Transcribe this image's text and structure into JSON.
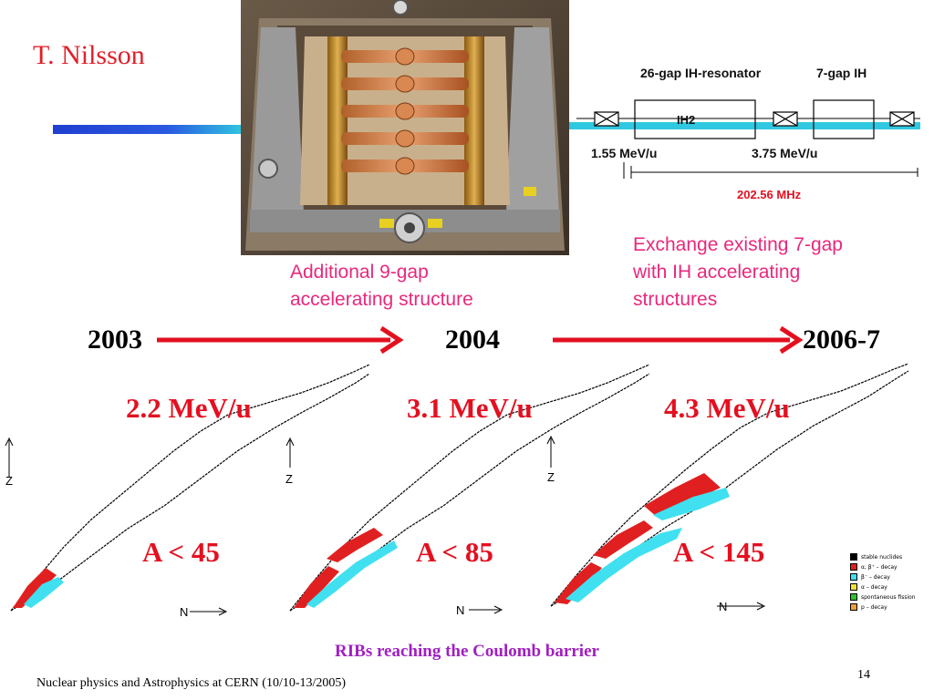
{
  "slide": {
    "author": "T. Nilsson",
    "footer": "Nuclear physics and Astrophysics at CERN  (10/10-13/2005)",
    "page_number": "14",
    "bottom_caption": "RIBs reaching the Coulomb barrier"
  },
  "beamline": {
    "label_ih_resonator": "26-gap IH-resonator",
    "label_7gap": "7-gap IH",
    "label_ih2": "IH2",
    "energy_in": "1.55 MeV/u",
    "energy_out": "3.75 MeV/u",
    "frequency": "202.56 MHz"
  },
  "captions": {
    "additional": [
      "Additional 9-gap",
      "accelerating structure"
    ],
    "exchange": [
      "Exchange existing 7-gap",
      "with IH accelerating",
      "structures"
    ]
  },
  "timeline": {
    "years": [
      "2003",
      "2004",
      "2006-7"
    ]
  },
  "panels": [
    {
      "energy": "2.2 MeV/u",
      "mass": "A < 45",
      "z_label": "Z",
      "n_label": "N"
    },
    {
      "energy": "3.1 MeV/u",
      "mass": "A < 85",
      "z_label": "Z",
      "n_label": "N"
    },
    {
      "energy": "4.3 MeV/u",
      "mass": "A < 145",
      "z_label": "Z",
      "n_label": "N"
    }
  ],
  "legend": [
    {
      "label": "stable nuclides",
      "color": "#000000"
    },
    {
      "label": "α, β⁺ – decay",
      "color": "#e02020"
    },
    {
      "label": "β⁻ – decay",
      "color": "#40e0f0"
    },
    {
      "label": "α – decay",
      "color": "#f0e040"
    },
    {
      "label": "spontaneous fission",
      "color": "#30c030"
    },
    {
      "label": "p – decay",
      "color": "#f0a040"
    }
  ],
  "colors": {
    "accent_red": "#e31020",
    "pink": "#e8287c",
    "purple": "#a020c0",
    "beam_blue": "#1f3fd0",
    "beam_cyan": "#30c8e0"
  }
}
